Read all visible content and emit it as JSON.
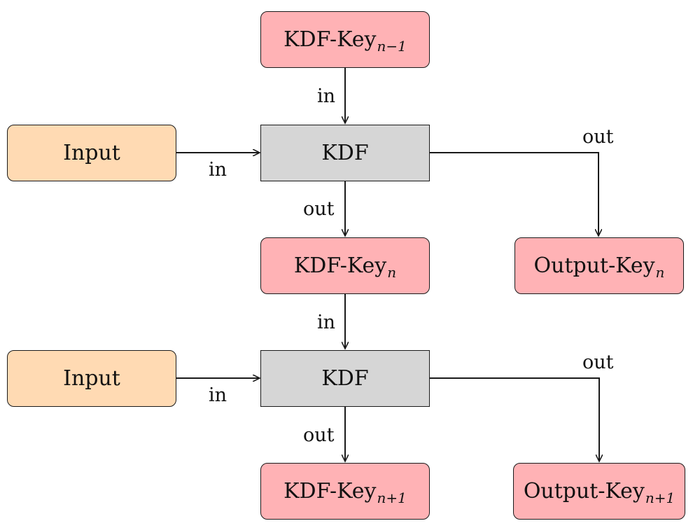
{
  "nodes": {
    "kdf_key_prev": {
      "base": "KDF-Key",
      "sub": "n−1"
    },
    "input_1": {
      "label": "Input"
    },
    "kdf_1": {
      "label": "KDF"
    },
    "kdf_key_n": {
      "base": "KDF-Key",
      "sub": "n"
    },
    "output_key_n": {
      "base": "Output-Key",
      "sub": "n"
    },
    "input_2": {
      "label": "Input"
    },
    "kdf_2": {
      "label": "KDF"
    },
    "kdf_key_next": {
      "base": "KDF-Key",
      "sub": "n+1"
    },
    "output_key_next": {
      "base": "Output-Key",
      "sub": "n+1"
    }
  },
  "edges": {
    "keyprev_to_kdf1": "in",
    "input1_to_kdf1": "in",
    "kdf1_to_keyn": "out",
    "kdf1_to_outkeyn": "out",
    "keyn_to_kdf2": "in",
    "input2_to_kdf2": "in",
    "kdf2_to_keynext": "out",
    "kdf2_to_outkeynext": "out"
  },
  "colors": {
    "key_fill": "#ffb2b5",
    "input_fill": "#ffdab3",
    "kdf_fill": "#d6d6d6",
    "stroke": "#1a1a1a"
  }
}
